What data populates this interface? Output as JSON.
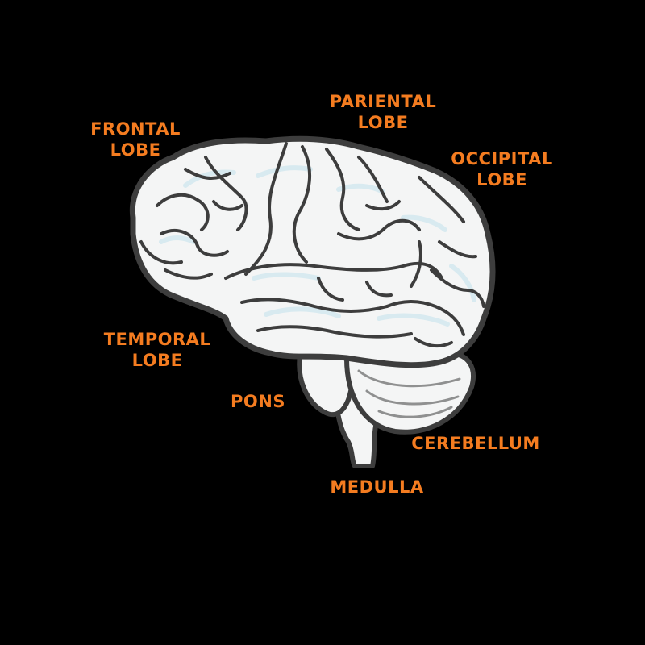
{
  "colors": {
    "background": "#000000",
    "label": "#f47c20",
    "brain_fill": "#f4f5f5",
    "brain_outline": "#3d3d3d",
    "brain_highlight": "#d8eaf0"
  },
  "labels": {
    "frontal": {
      "line1": "FRONTAL",
      "line2": "LOBE"
    },
    "pariental": {
      "line1": "PARIENTAL",
      "line2": "LOBE"
    },
    "occipital": {
      "line1": "OCCIPITAL",
      "line2": "LOBE"
    },
    "temporal": {
      "line1": "TEMPORAL",
      "line2": "LOBE"
    },
    "pons": "PONS",
    "cerebellum": "CEREBELLUM",
    "medulla": "MEDULLA"
  }
}
